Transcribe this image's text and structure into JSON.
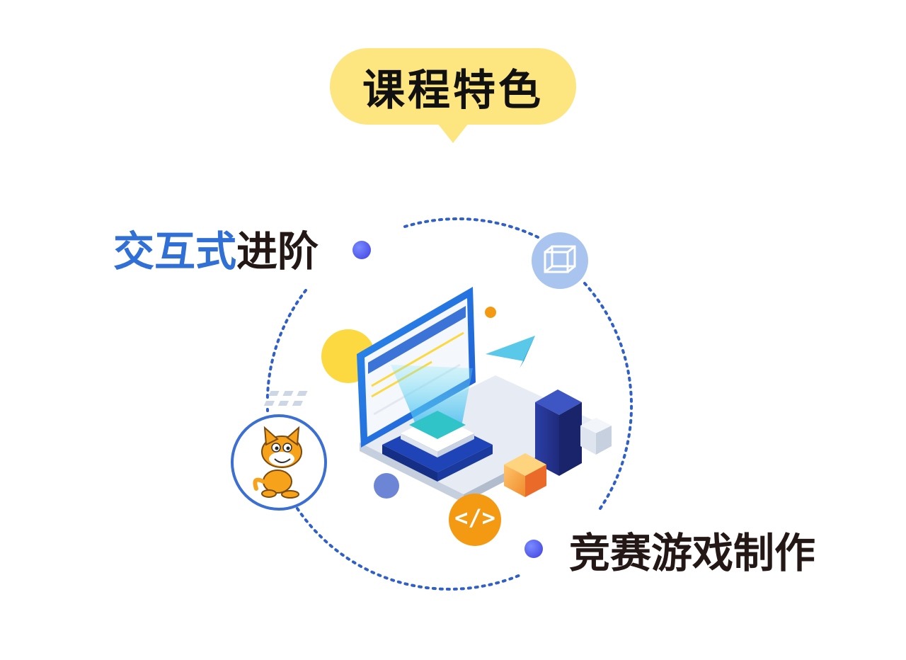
{
  "header": {
    "title": "课程特色"
  },
  "features": [
    {
      "accent": "交互式",
      "rest": "进阶"
    },
    {
      "accent": "",
      "rest": "竞赛游戏制作"
    }
  ],
  "icons": [
    "wireframe-cube-icon",
    "scratch-cat-icon",
    "code-tag-icon",
    "paper-plane-icon",
    "laptop-illustration"
  ],
  "colors": {
    "bubble": "#fde580",
    "accent_blue": "#2f6fd6",
    "dark_text": "#231816",
    "orbit_blue": "#2f5fc7",
    "orange": "#f49a12",
    "yellow": "#fcd940"
  },
  "code_icon": {
    "glyph": "</>"
  }
}
